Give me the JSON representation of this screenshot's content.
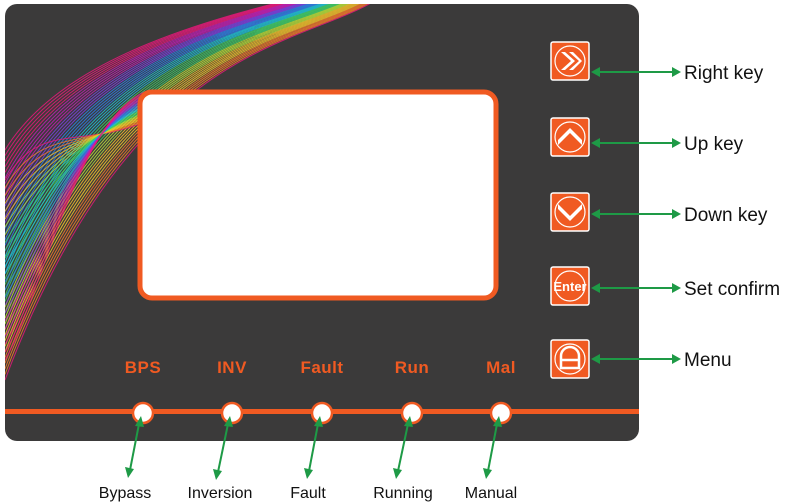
{
  "keys": [
    {
      "id": "right",
      "label": "Right key",
      "icon": "double-chevron-right-icon"
    },
    {
      "id": "up",
      "label": "Up key",
      "icon": "chevron-up-icon"
    },
    {
      "id": "down",
      "label": "Down key",
      "icon": "chevron-down-icon"
    },
    {
      "id": "enter",
      "label": "Set confirm",
      "icon": "enter-icon",
      "button_text": "Enter"
    },
    {
      "id": "menu",
      "label": "Menu",
      "icon": "menu-icon"
    }
  ],
  "leds": [
    {
      "id": "bps",
      "label": "BPS",
      "description": "Bypass"
    },
    {
      "id": "inv",
      "label": "INV",
      "description": "Inversion"
    },
    {
      "id": "fault",
      "label": "Fault",
      "description": "Fault"
    },
    {
      "id": "run",
      "label": "Run",
      "description": "Running"
    },
    {
      "id": "mal",
      "label": "Mal",
      "description": "Manual"
    }
  ],
  "colors": {
    "panel": "#3b3a3a",
    "accent": "#f05a22",
    "arrow": "#1e9a46"
  }
}
